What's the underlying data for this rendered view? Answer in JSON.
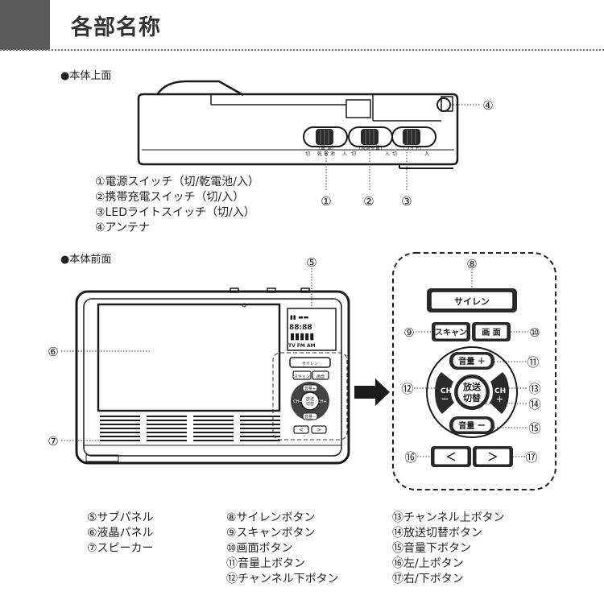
{
  "header": {
    "title": "各部名称"
  },
  "top_section": {
    "label": "●本体上面",
    "switch_labels": {
      "sw1_left": "切",
      "sw1_caption": "（電 源）",
      "sw1_sub": "乾 電 池",
      "sw1_right": "入",
      "sw2_left": "切",
      "sw2_caption": "（携帯充電）",
      "sw2_right": "入",
      "sw3_left": "切",
      "sw3_caption": "（ライト）",
      "sw3_right": "入"
    },
    "callouts": {
      "c1": "①",
      "c2": "②",
      "c3": "③",
      "c4": "④"
    },
    "legend": [
      "①電源スイッチ（切/乾電池/入）",
      "②携帯充電スイッチ（切/入）",
      "③LEDライトスイッチ（切/入）",
      "④アンテナ"
    ]
  },
  "front_section": {
    "label": "●本体前面",
    "callouts": {
      "c5": "⑤",
      "c6": "⑥",
      "c7": "⑦",
      "c8": "⑧",
      "c9": "⑨",
      "c10": "⑩",
      "c11": "⑪",
      "c12": "⑫",
      "c13": "⑬",
      "c14": "⑭",
      "c15": "⑮",
      "c16": "⑯",
      "c17": "⑰"
    },
    "small_panel": {
      "siren": "サイレン",
      "scan": "スキャン",
      "screen": "画面",
      "vol_up": "音量+",
      "vol_down": "音量−",
      "ch_minus": "CH−",
      "ch_plus": "CH+",
      "broadcast_1": "放送",
      "broadcast_2": "切替",
      "left": "<",
      "right": ">",
      "lcd_digits": "88:88",
      "lcd_bottom": "TV FM AM"
    },
    "zoom_panel": {
      "siren": "サイレン",
      "scan": "スキャン",
      "screen": "画 面",
      "vol_up": "音量 ＋",
      "vol_down": "音量 ー",
      "ch_minus_top": "CH",
      "ch_minus_bottom": "ー",
      "ch_plus_top": "CH",
      "ch_plus_bottom": "＋",
      "broadcast_1": "放送",
      "broadcast_2": "切替",
      "left": "＜",
      "right": "＞"
    },
    "legend_col1": [
      "⑤サブパネル",
      "⑥液晶パネル",
      "⑦スピーカー"
    ],
    "legend_col2": [
      "⑧サイレンボタン",
      "⑨スキャンボタン",
      "⑩画面ボタン",
      "⑪音量上ボタン",
      "⑫チャンネル下ボタン"
    ],
    "legend_col3": [
      "⑬チャンネル上ボタン",
      "⑭放送切替ボタン",
      "⑮音量下ボタン",
      "⑯左/上ボタン",
      "⑰右/下ボタン"
    ]
  }
}
